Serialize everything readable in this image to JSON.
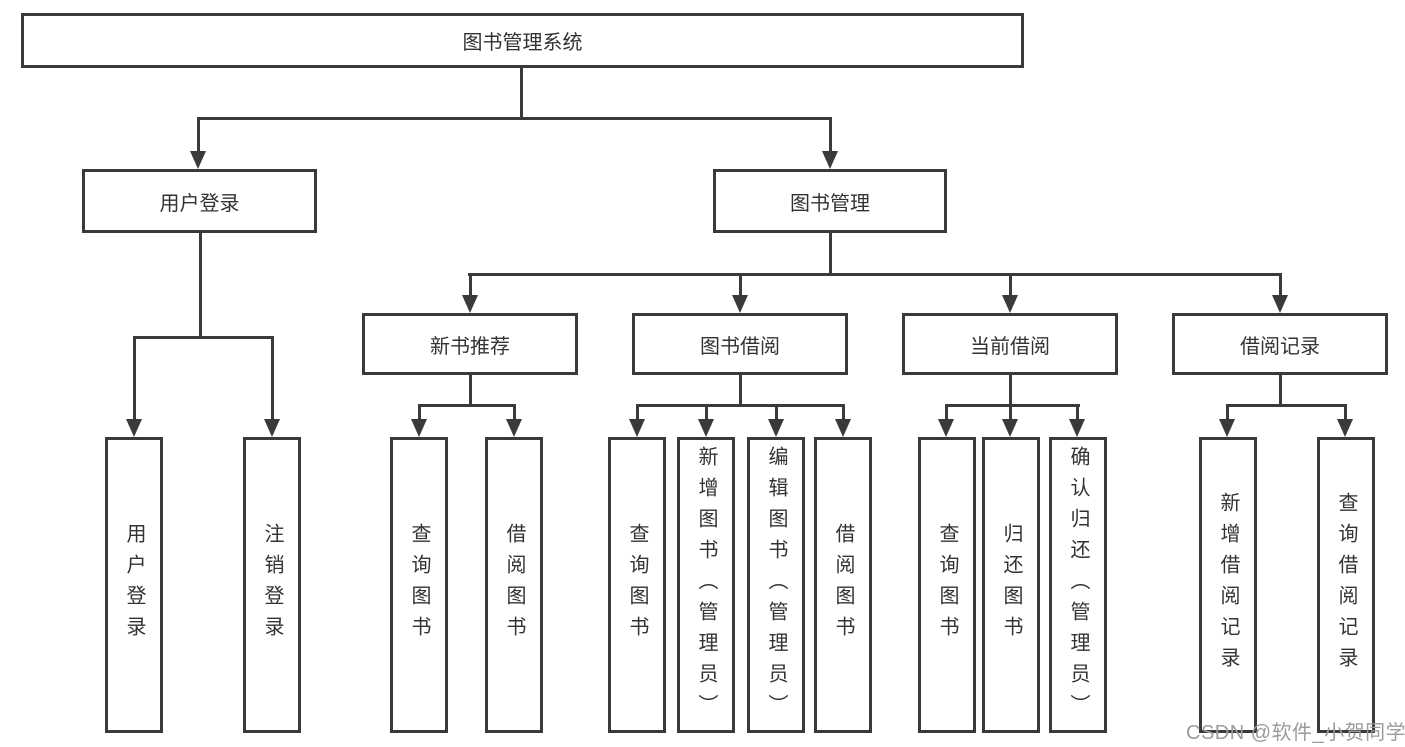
{
  "diagram": {
    "root": {
      "label": "图书管理系统"
    },
    "level2": [
      {
        "label": "用户登录"
      },
      {
        "label": "图书管理"
      }
    ],
    "level3": [
      {
        "label": "新书推荐"
      },
      {
        "label": "图书借阅"
      },
      {
        "label": "当前借阅"
      },
      {
        "label": "借阅记录"
      }
    ],
    "leaves": [
      {
        "label": "用户登录"
      },
      {
        "label": "注销登录"
      },
      {
        "label": "查询图书"
      },
      {
        "label": "借阅图书"
      },
      {
        "label": "查询图书"
      },
      {
        "label": "新增图书（管理员）"
      },
      {
        "label": "编辑图书（管理员）"
      },
      {
        "label": "借阅图书"
      },
      {
        "label": "查询图书"
      },
      {
        "label": "归还图书"
      },
      {
        "label": "确认归还（管理员）"
      },
      {
        "label": "新增借阅记录"
      },
      {
        "label": "查询借阅记录"
      }
    ]
  },
  "watermark": {
    "text": "CSDN @软件_小贺同学"
  },
  "colors": {
    "line": "#3a3a3a",
    "text": "#333333",
    "watermark": "#9c9c9c",
    "background": "#ffffff"
  }
}
